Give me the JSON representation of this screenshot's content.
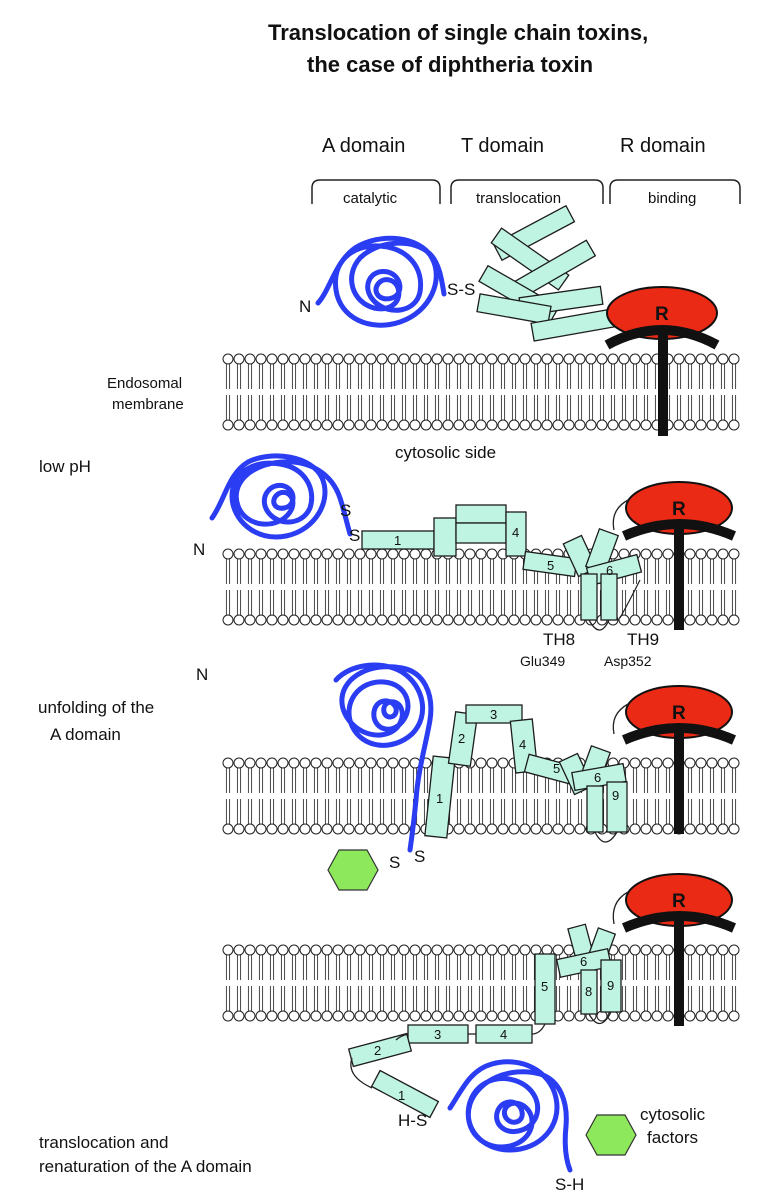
{
  "title": {
    "line1": "Translocation of single chain toxins,",
    "line2": "the case of diphtheria toxin"
  },
  "domains": [
    {
      "name": "A domain",
      "role": "catalytic"
    },
    {
      "name": "T domain",
      "role": "translocation"
    },
    {
      "name": "R domain",
      "role": "binding"
    }
  ],
  "labels": {
    "n_terminus": "N",
    "disulfide": "S-S",
    "sulfur": "S",
    "reduced_left": "H-S",
    "reduced_right": "S-H",
    "receptor": "R",
    "endosomal_membrane_1": "Endosomal",
    "endosomal_membrane_2": "membrane",
    "cytosolic_side": "cytosolic side",
    "low_ph": "low pH",
    "unfolding_1": "unfolding of the",
    "unfolding_2": "A domain",
    "th8": "TH8",
    "th9": "TH9",
    "glu": "Glu349",
    "asp": "Asp352",
    "cytosolic_factors_1": "cytosolic",
    "cytosolic_factors_2": "factors",
    "translocation_1": "translocation and",
    "translocation_2": "renaturation of the A domain"
  },
  "helix_numbers": {
    "s2": [
      "1",
      "4",
      "5",
      "6"
    ],
    "s3": [
      "1",
      "2",
      "3",
      "4",
      "5",
      "6",
      "9"
    ],
    "s4": [
      "1",
      "2",
      "3",
      "4",
      "5",
      "6",
      "8",
      "9"
    ]
  },
  "colors": {
    "chain": "#2a3df2",
    "helix": "#bff4e2",
    "receptor": "#ea2a15",
    "factor": "#8ee85c"
  }
}
